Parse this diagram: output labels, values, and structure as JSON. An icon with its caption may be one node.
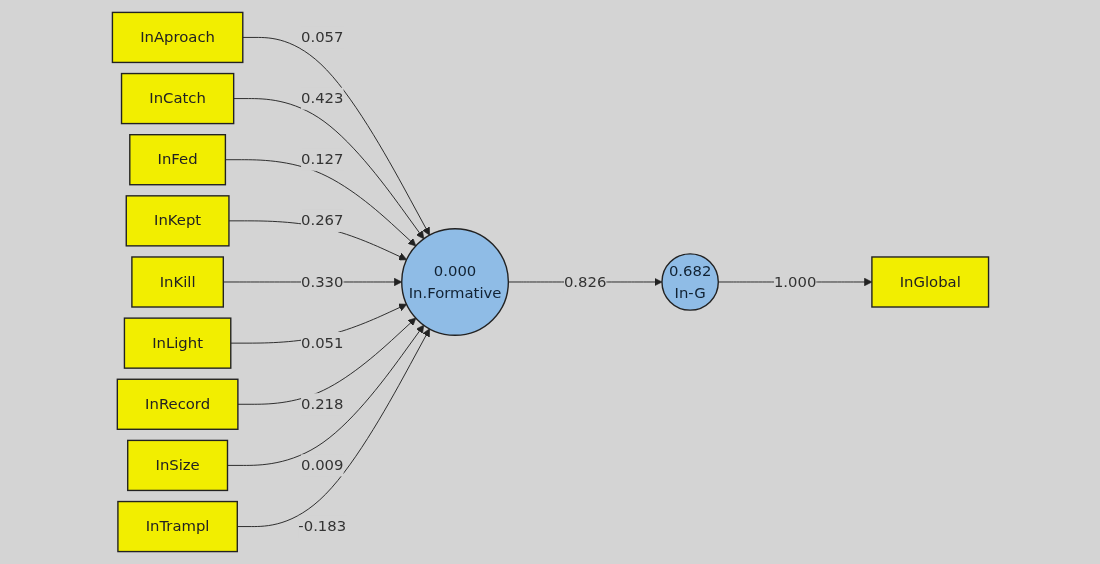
{
  "diagram": {
    "nodes": [
      {
        "text": [
          "InAproach"
        ]
      },
      {
        "text": [
          "InCatch"
        ]
      },
      {
        "text": [
          "InFed"
        ]
      },
      {
        "text": [
          "InKept"
        ]
      },
      {
        "text": [
          "InKill"
        ]
      },
      {
        "text": [
          "InLight"
        ]
      },
      {
        "text": [
          "InRecord"
        ]
      },
      {
        "text": [
          "InSize"
        ]
      },
      {
        "text": [
          "InTrampl"
        ]
      },
      {
        "text": [
          "0.000",
          "In.Formative"
        ]
      },
      {
        "text": [
          "0.682",
          "In-G"
        ]
      },
      {
        "text": [
          "InGlobal"
        ]
      }
    ],
    "edges": [
      {
        "from": 0,
        "to": 9,
        "arrow": "to",
        "label": "0.057"
      },
      {
        "from": 1,
        "to": 9,
        "arrow": "to",
        "label": "0.423"
      },
      {
        "from": 2,
        "to": 9,
        "arrow": "to",
        "label": "0.127"
      },
      {
        "from": 3,
        "to": 9,
        "arrow": "to",
        "label": "0.267"
      },
      {
        "from": 4,
        "to": 9,
        "arrow": "to",
        "label": "0.330"
      },
      {
        "from": 5,
        "to": 9,
        "arrow": "to",
        "label": "0.051"
      },
      {
        "from": 6,
        "to": 9,
        "arrow": "to",
        "label": "0.218"
      },
      {
        "from": 7,
        "to": 9,
        "arrow": "to",
        "label": "0.009"
      },
      {
        "from": 8,
        "to": 9,
        "arrow": "to",
        "label": "-0.183"
      },
      {
        "from": 9,
        "to": 10,
        "arrow": "to",
        "label": "0.826"
      },
      {
        "from": 10,
        "to": 11,
        "arrow": "to",
        "label": "1.000"
      }
    ]
  }
}
